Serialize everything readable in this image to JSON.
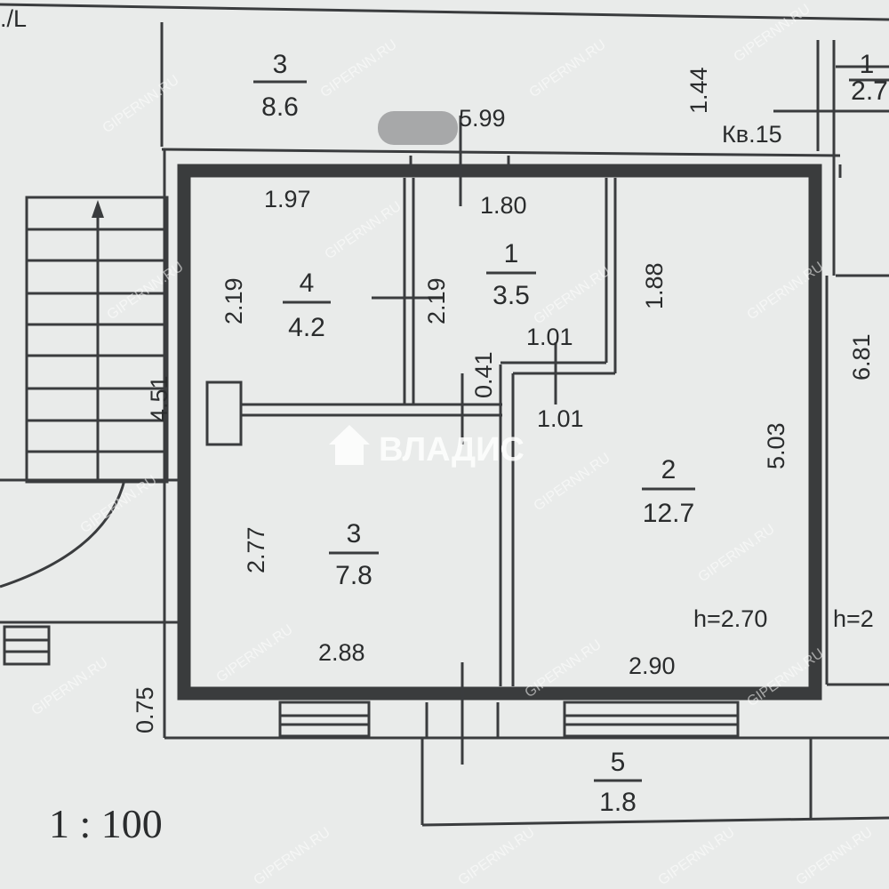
{
  "rooms": [
    {
      "number": "4",
      "area": "4.2"
    },
    {
      "number": "1",
      "area": "3.5"
    },
    {
      "number": "2",
      "area": "12.7"
    },
    {
      "number": "3",
      "area": "7.8"
    },
    {
      "number": "5",
      "area": "1.8"
    }
  ],
  "neighbor_rooms": [
    {
      "number": "3",
      "area": "8.6"
    },
    {
      "number": "1",
      "area": "2.7"
    }
  ],
  "dimensions": {
    "top_total": "5.99",
    "top_right": "1.44",
    "room4_width": "1.97",
    "room4_height_left": "2.19",
    "room4_height_right": "2.19",
    "room1_width": "1.80",
    "room1_height": "1.88",
    "corridor_width_top": "1.01",
    "corridor_width": "1.01",
    "door_gap": "0.41",
    "room2_height": "5.03",
    "room2_width": "2.90",
    "room3_height": "2.77",
    "room3_width": "2.88",
    "stair_length": "4.51",
    "right_side": "6.81",
    "bottom_left": "0.75",
    "top_left_partial": "./L"
  },
  "labels": {
    "apartment": "Кв.15",
    "ceiling_height": "h=2.70",
    "ceiling_height_neighbor": "h=2",
    "scale": "1 : 100",
    "brand": "ВЛАДИС",
    "watermark": "GIPERNN.RU"
  }
}
